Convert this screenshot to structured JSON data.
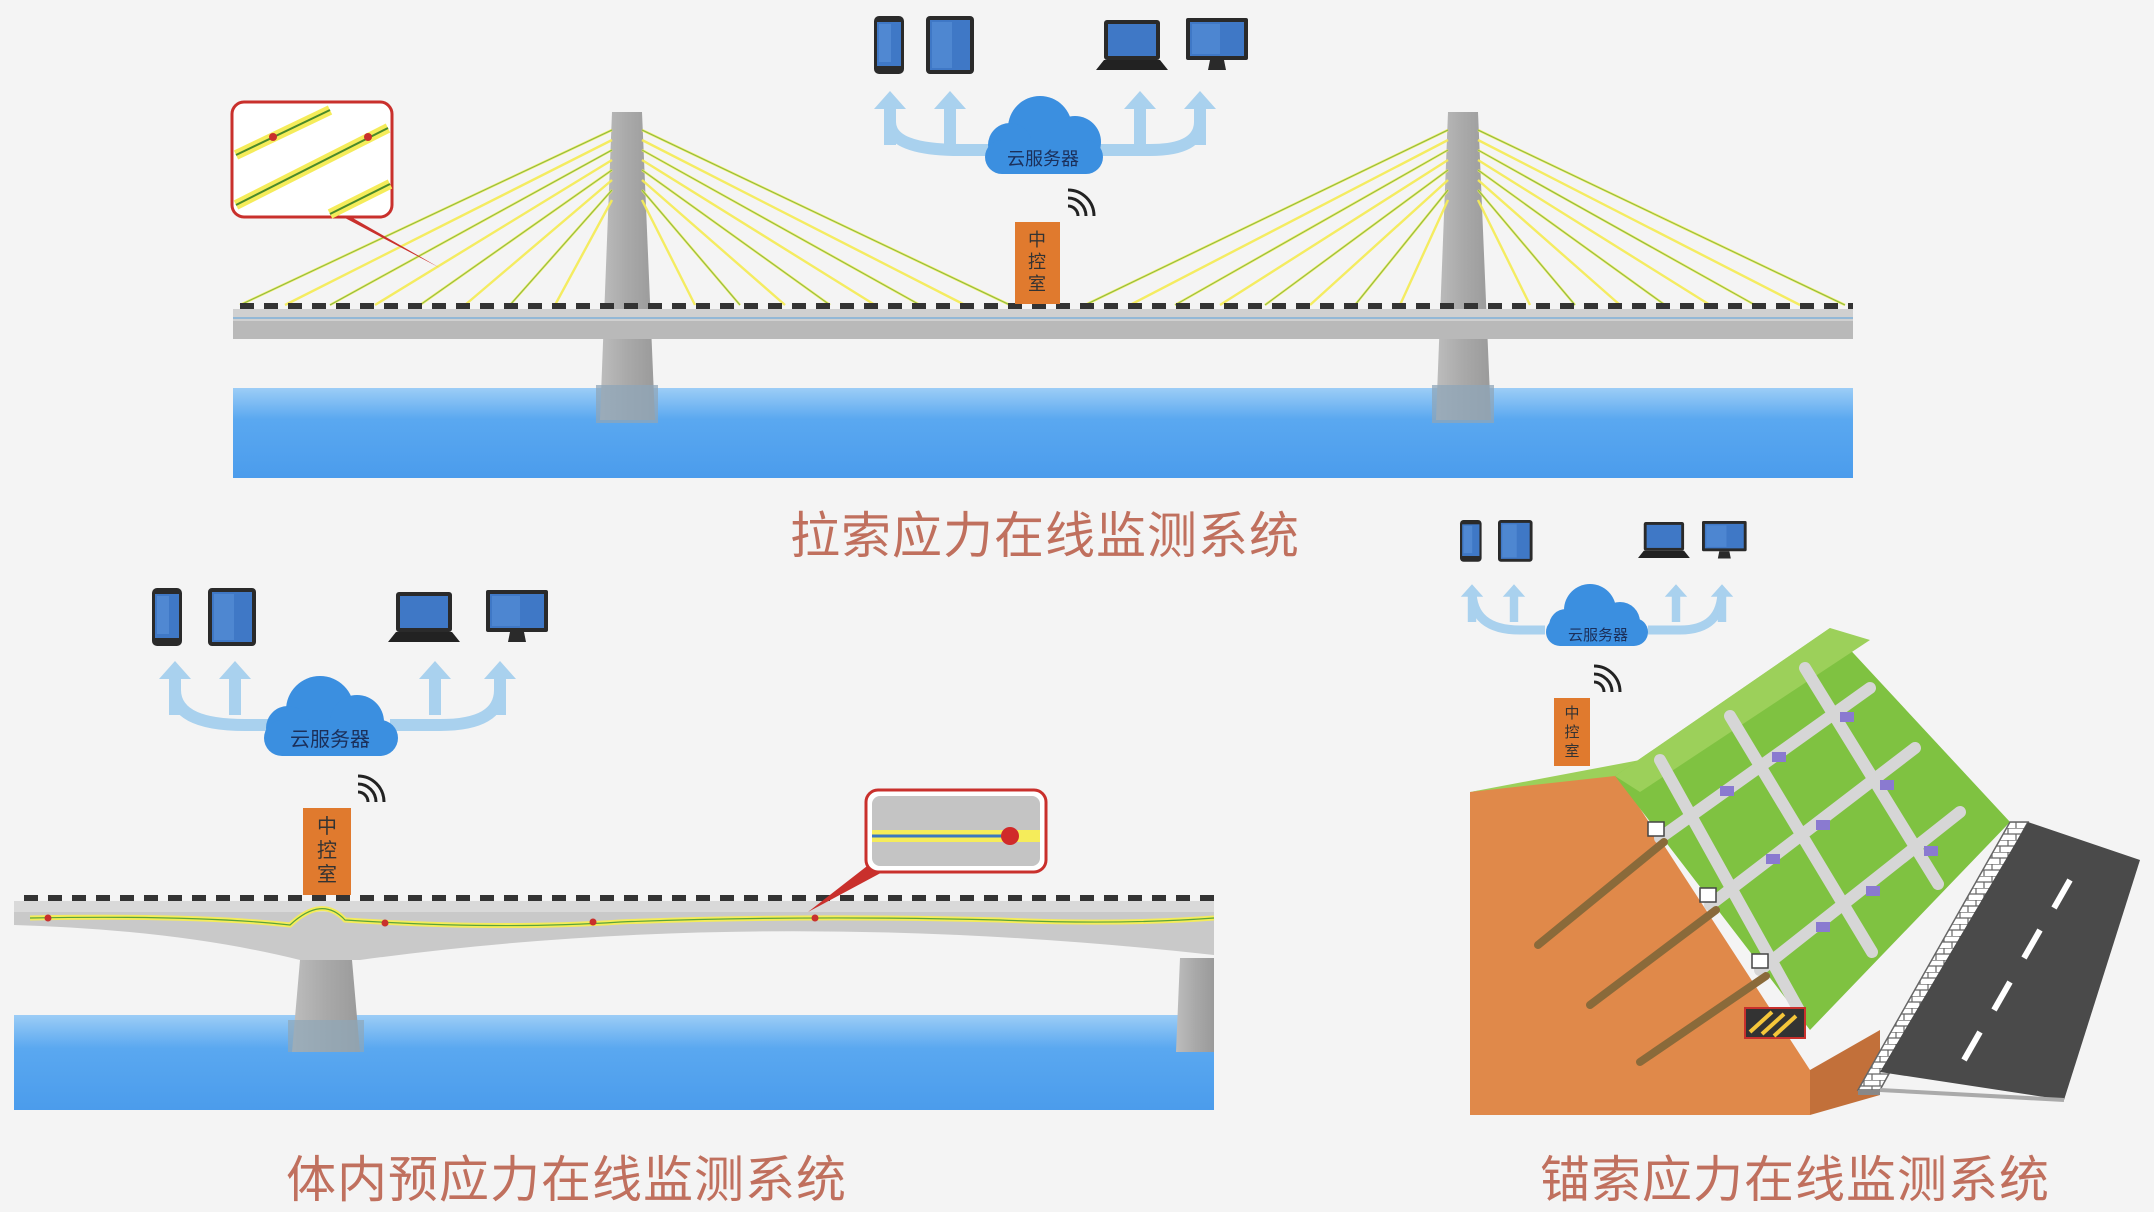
{
  "captions": {
    "cable": "拉索应力在线监测系统",
    "prestress": "体内预应力在线监测系统",
    "anchor": "锚索应力在线监测系统"
  },
  "cloud_label": "云服务器",
  "control_room": [
    "中",
    "控",
    "室"
  ],
  "icons": [
    "phone-icon",
    "tablet-icon",
    "laptop-icon",
    "monitor-icon",
    "cloud-icon",
    "wifi-icon"
  ],
  "colors": {
    "caption": "#c0705e",
    "cable": "#f5ec5a",
    "water": "#5aa8f0",
    "cloud": "#3b8fe0",
    "arrow": "#a9d1ee",
    "control_room": "#e07a2e",
    "slope_grass": "#7fc241",
    "soil": "#e0894a"
  }
}
